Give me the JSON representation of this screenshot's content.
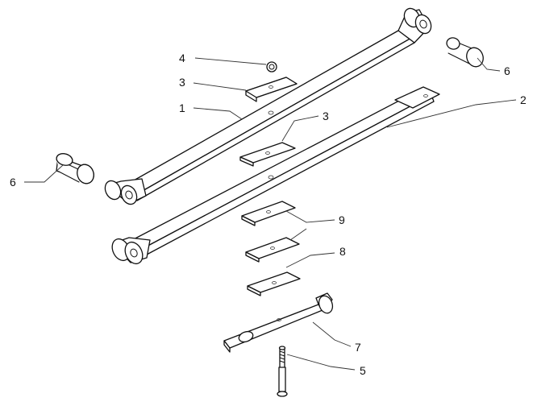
{
  "callouts": {
    "c1": "1",
    "c2": "2",
    "c3a": "3",
    "c3b": "3",
    "c4": "4",
    "c5": "5",
    "c6a": "6",
    "c6b": "6",
    "c7": "7",
    "c8": "8",
    "c9": "9"
  },
  "colors": {
    "line": "#111111",
    "background": "#ffffff"
  }
}
